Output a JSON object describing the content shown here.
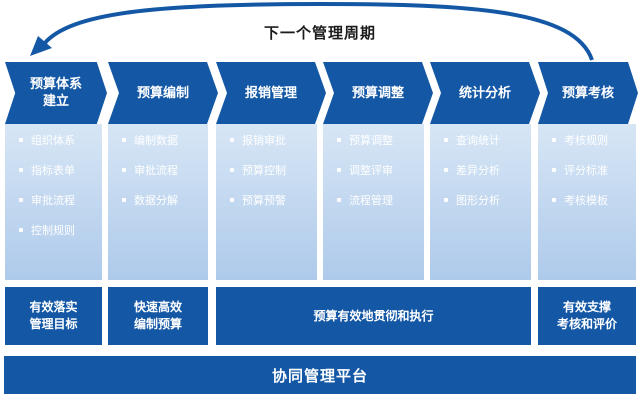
{
  "cycle_label": "下一个管理周期",
  "stages": [
    {
      "title": "预算体系\n建立",
      "items": [
        "组织体系",
        "指标表单",
        "审批流程",
        "控制规则"
      ]
    },
    {
      "title": "预算编制",
      "items": [
        "编制数据",
        "审批流程",
        "数据分解"
      ]
    },
    {
      "title": "报销管理",
      "items": [
        "报销审批",
        "预算控制",
        "预算预警"
      ]
    },
    {
      "title": "预算调整",
      "items": [
        "预算调整",
        "调整评审",
        "流程管理"
      ]
    },
    {
      "title": "统计分析",
      "items": [
        "查询统计",
        "差异分析",
        "图形分析"
      ]
    },
    {
      "title": "预算考核",
      "items": [
        "考核规则",
        "评分标准",
        "考核模板"
      ]
    }
  ],
  "goals": [
    {
      "text": "有效落实\n管理目标"
    },
    {
      "text": "快速高效\n编制预算"
    },
    {
      "text": "预算有效地贯彻和执行"
    },
    {
      "text": "有效支撑\n考核和评价"
    }
  ],
  "platform": "协同管理平台",
  "colors": {
    "primary": "#1458a5",
    "panel_light": "#d7e6f5",
    "panel_dark": "#aecaeb",
    "arrow": "#1458a5"
  }
}
